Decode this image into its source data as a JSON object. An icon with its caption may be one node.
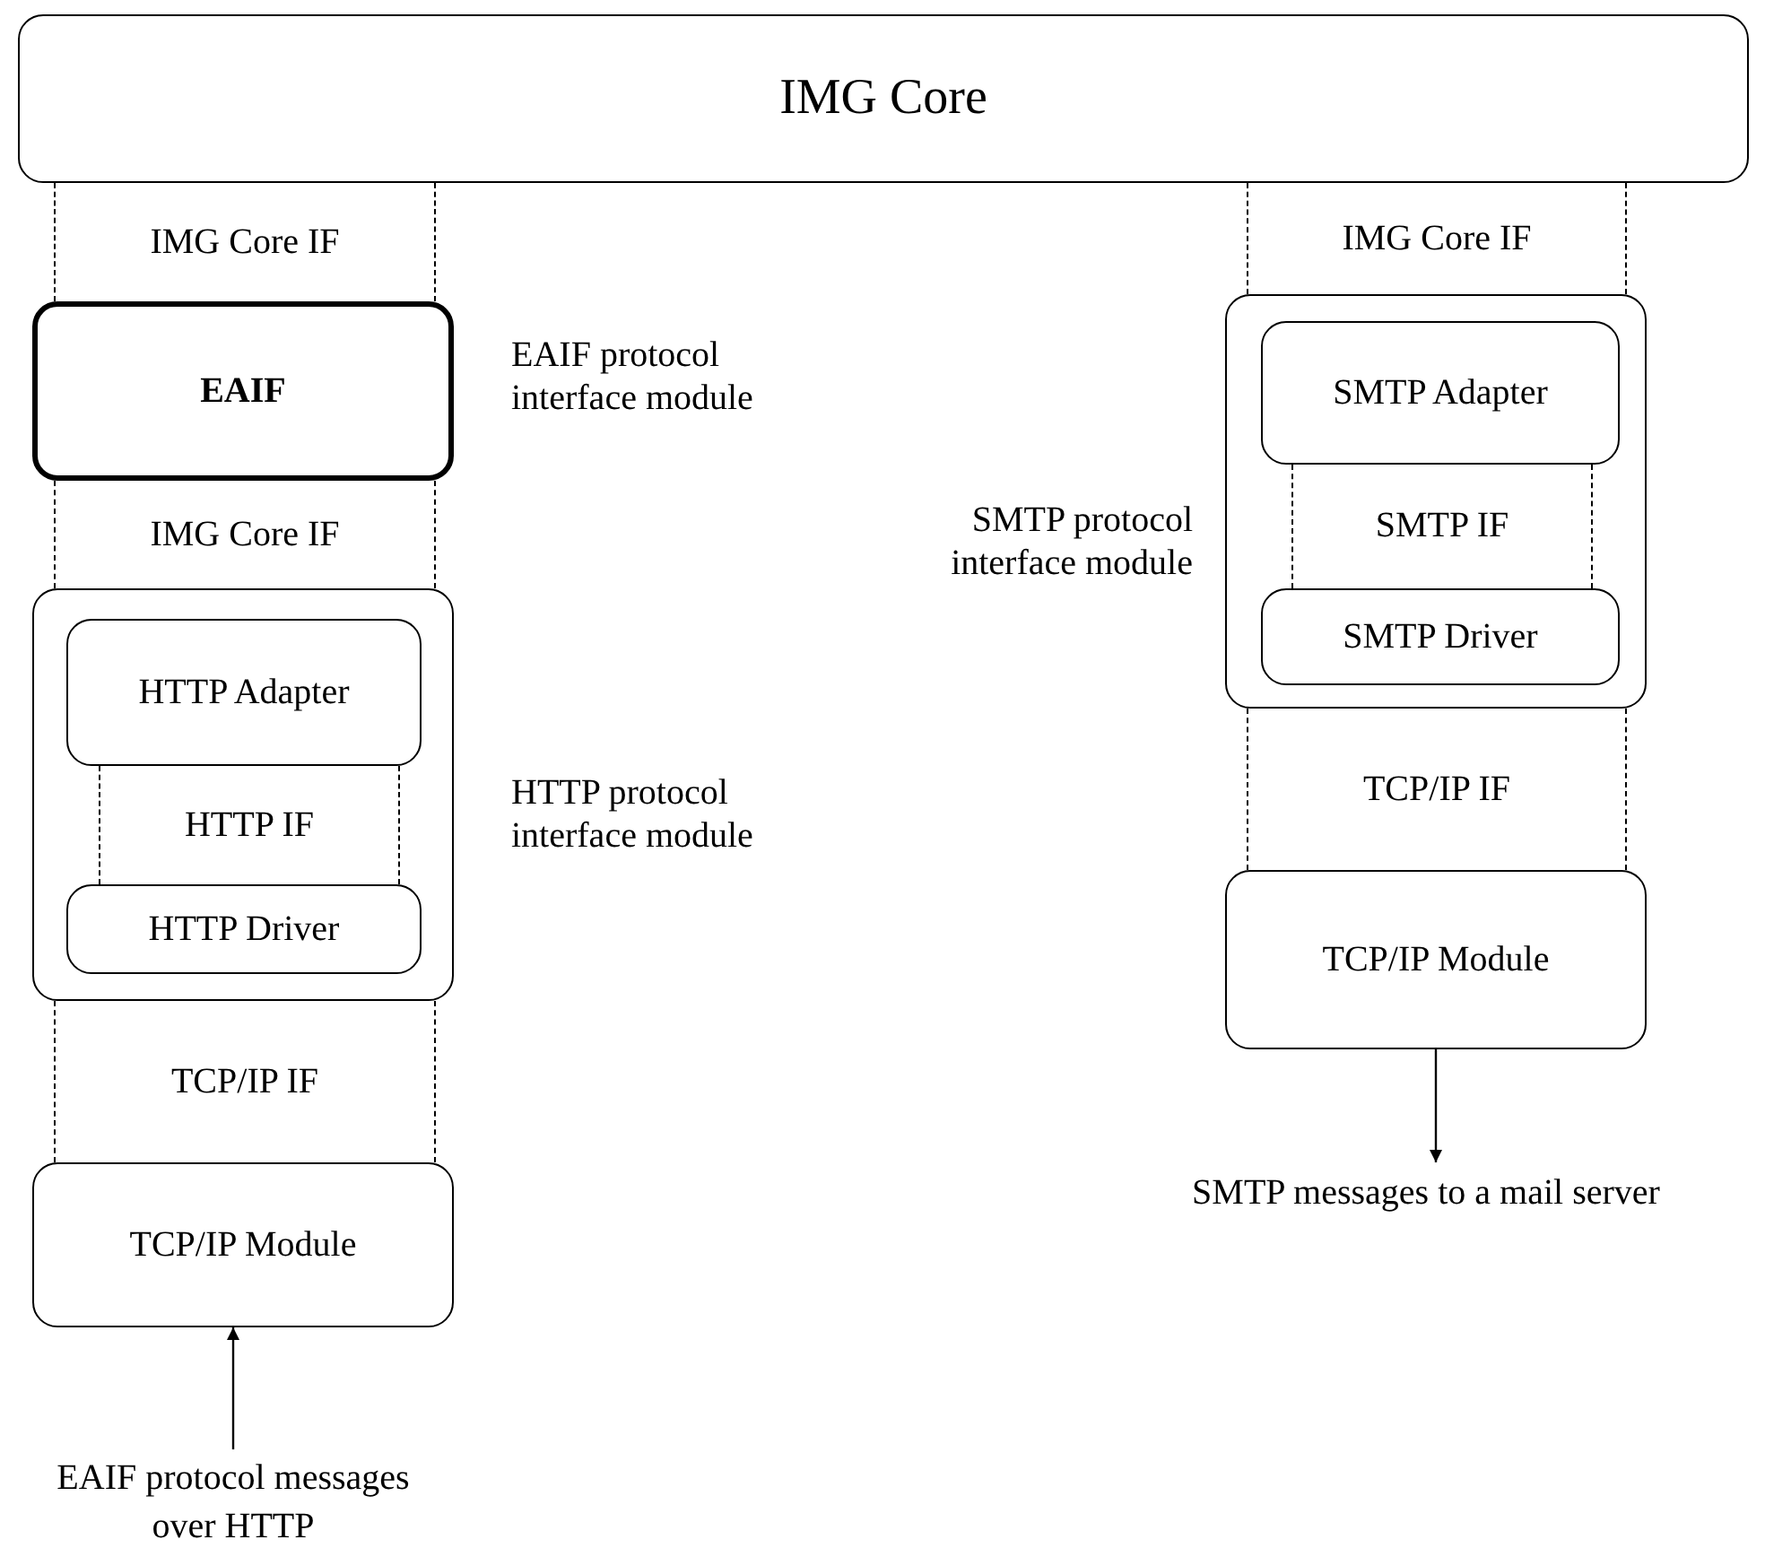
{
  "diagram": {
    "nodes": [
      {
        "text": [
          "IMG Core"
        ]
      },
      {
        "text": [
          "IMG Core IF"
        ]
      },
      {
        "text": [
          "EAIF"
        ],
        "beside": [
          "EAIF protocol interface module"
        ]
      },
      {
        "text": [
          "IMG Core IF"
        ]
      },
      {
        "text": [],
        "shape": "box",
        "beside": [
          "HTTP protocol interface module"
        ]
      },
      {
        "text": [
          "HTTP Adapter"
        ],
        "in": 4
      },
      {
        "text": [
          "HTTP IF"
        ],
        "in": 4
      },
      {
        "text": [
          "HTTP Driver"
        ],
        "in": 4
      },
      {
        "text": [
          "TCP/IP IF"
        ]
      },
      {
        "text": [
          "TCP/IP Module"
        ]
      },
      {
        "text": [
          "EAIF protocol messages over HTTP"
        ]
      },
      {
        "text": [
          "IMG Core IF"
        ]
      },
      {
        "text": [],
        "shape": "box",
        "beside": [
          "SMTP protocol interface module"
        ]
      },
      {
        "text": [
          "SMTP Adapter"
        ],
        "in": 12
      },
      {
        "text": [
          "SMTP IF"
        ],
        "in": 12
      },
      {
        "text": [
          "SMTP Driver"
        ],
        "in": 12
      },
      {
        "text": [
          "TCP/IP IF"
        ]
      },
      {
        "text": [
          "TCP/IP Module"
        ]
      },
      {
        "text": [
          "SMTP messages to a mail server"
        ]
      }
    ],
    "edges": [
      {
        "from": 10,
        "to": 9,
        "arrow": "to"
      },
      {
        "from": 17,
        "to": 18,
        "arrow": "to"
      }
    ]
  }
}
